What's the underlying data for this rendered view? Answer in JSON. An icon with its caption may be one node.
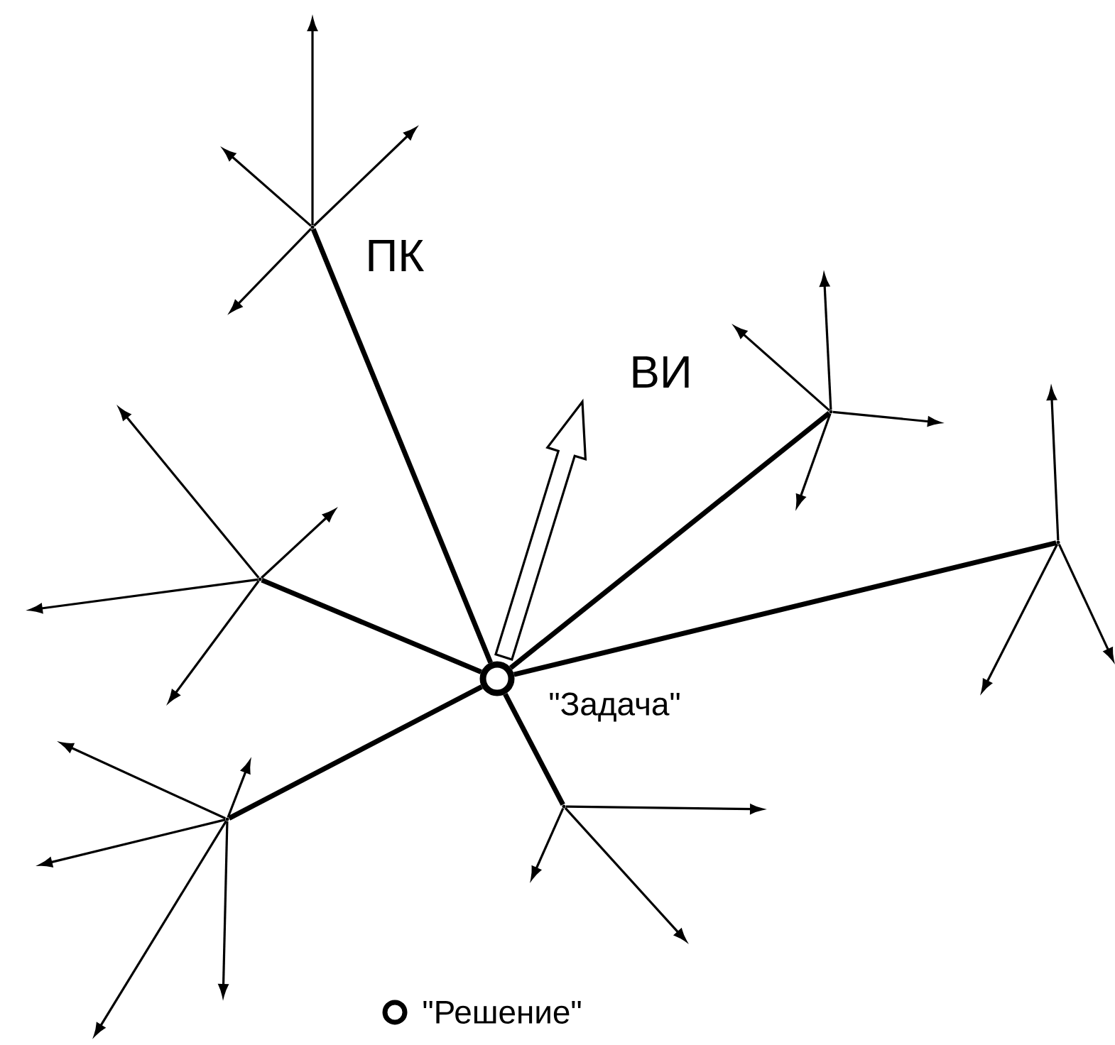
{
  "diagram": {
    "nodes": [
      {
        "text": [],
        "shape": "point"
      },
      {
        "text": [],
        "shape": "point"
      },
      {
        "text": [],
        "shape": "point"
      },
      {
        "text": [],
        "shape": "point"
      },
      {
        "text": [],
        "shape": "circle",
        "beside": [
          "\"Задача\""
        ]
      },
      {
        "text": [],
        "shape": "point"
      },
      {
        "text": [],
        "shape": "point"
      }
    ],
    "edges": [
      {
        "from": 4,
        "to": 0,
        "arrow": "none",
        "style": "thick"
      },
      {
        "from": 4,
        "to": 1,
        "arrow": "none",
        "style": "thick"
      },
      {
        "from": 4,
        "to": 2,
        "arrow": "none",
        "style": "thick"
      },
      {
        "from": 4,
        "to": 3,
        "arrow": "none",
        "style": "thick"
      },
      {
        "from": 4,
        "to": 5,
        "arrow": "none",
        "style": "thick"
      },
      {
        "from": 4,
        "to": 6,
        "arrow": "none",
        "style": "thick"
      },
      {
        "from": 0,
        "to": null,
        "arrow": "to"
      },
      {
        "from": 0,
        "to": null,
        "arrow": "to"
      },
      {
        "from": 0,
        "to": null,
        "arrow": "to"
      },
      {
        "from": 0,
        "to": null,
        "arrow": "to"
      },
      {
        "from": 1,
        "to": null,
        "arrow": "to"
      },
      {
        "from": 1,
        "to": null,
        "arrow": "to"
      },
      {
        "from": 1,
        "to": null,
        "arrow": "to"
      },
      {
        "from": 1,
        "to": null,
        "arrow": "to"
      },
      {
        "from": 2,
        "to": null,
        "arrow": "to"
      },
      {
        "from": 2,
        "to": null,
        "arrow": "to"
      },
      {
        "from": 2,
        "to": null,
        "arrow": "to"
      },
      {
        "from": 3,
        "to": null,
        "arrow": "to"
      },
      {
        "from": 3,
        "to": null,
        "arrow": "to"
      },
      {
        "from": 3,
        "to": null,
        "arrow": "to"
      },
      {
        "from": 3,
        "to": null,
        "arrow": "to"
      },
      {
        "from": 5,
        "to": null,
        "arrow": "to"
      },
      {
        "from": 5,
        "to": null,
        "arrow": "to"
      },
      {
        "from": 5,
        "to": null,
        "arrow": "to"
      },
      {
        "from": 6,
        "to": null,
        "arrow": "to"
      },
      {
        "from": 6,
        "to": null,
        "arrow": "to"
      },
      {
        "from": 6,
        "to": null,
        "arrow": "to"
      },
      {
        "from": 6,
        "to": null,
        "arrow": "to"
      },
      {
        "from": 6,
        "to": null,
        "arrow": "to"
      }
    ],
    "labels": [
      "ПК",
      "ВИ"
    ],
    "legend": [
      {
        "text": "\"Решение\""
      }
    ]
  }
}
